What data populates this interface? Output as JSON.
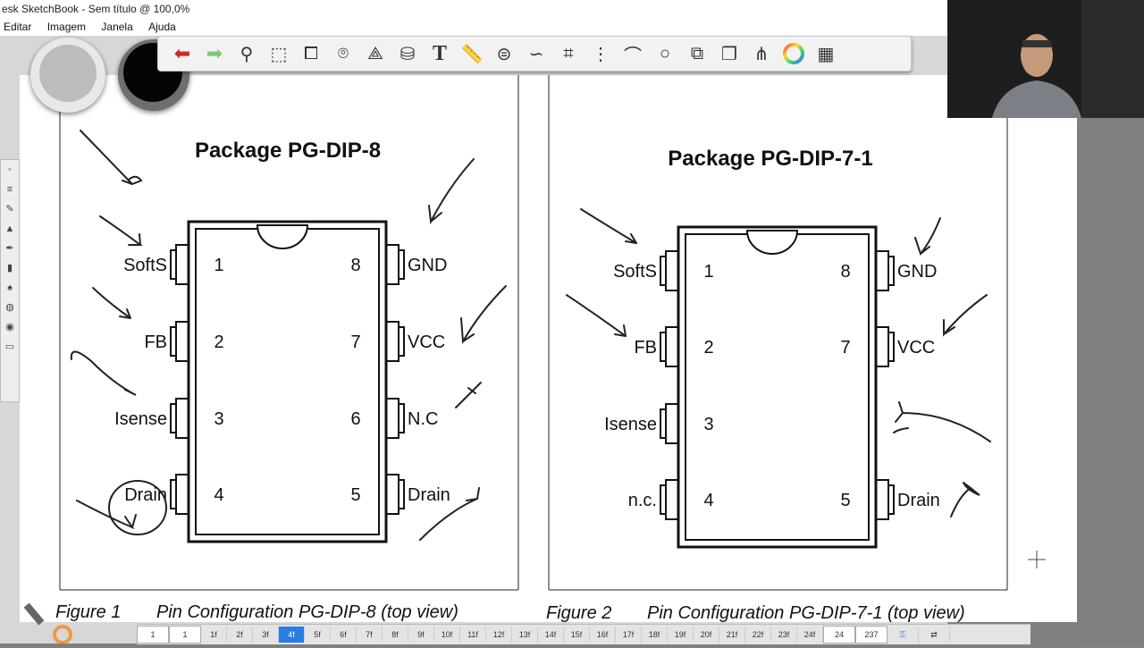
{
  "window": {
    "title": "esk SketchBook - Sem título @ 100,0%"
  },
  "menu": {
    "items": [
      "Editar",
      "Imagem",
      "Janela",
      "Ajuda"
    ]
  },
  "toolbar": {
    "tools": [
      "undo-icon",
      "redo-icon",
      "zoom-icon",
      "select-icon",
      "crop-icon",
      "lasso-icon",
      "transform-icon",
      "bucket-icon",
      "text-icon",
      "ruler-icon",
      "ellipse-guide-icon",
      "french-curve-icon",
      "perspective-icon",
      "symmetry-icon",
      "stroke-icon",
      "circle-icon",
      "shape-icon",
      "layers-icon",
      "brushes-icon",
      "color-wheel-icon",
      "palette-icon"
    ]
  },
  "figure1": {
    "title": "Package PG-DIP-8",
    "pins_left": [
      "SoftS",
      "FB",
      "Isense",
      "Drain"
    ],
    "pins_right": [
      "GND",
      "VCC",
      "N.C",
      "Drain"
    ],
    "numbers_left": [
      "1",
      "2",
      "3",
      "4"
    ],
    "numbers_right": [
      "8",
      "7",
      "6",
      "5"
    ],
    "caption_label": "Figure 1",
    "caption_text": "Pin Configuration PG-DIP-8 (top view)"
  },
  "figure2": {
    "title": "Package PG-DIP-7-1",
    "pins_left": [
      "SoftS",
      "FB",
      "Isense",
      "n.c."
    ],
    "pins_right": [
      "GND",
      "VCC",
      "",
      "Drain"
    ],
    "numbers_left": [
      "1",
      "2",
      "3",
      "4"
    ],
    "numbers_right": [
      "8",
      "7",
      "",
      "5"
    ],
    "caption_label": "Figure 2",
    "caption_text": "Pin Configuration PG-DIP-7-1 (top view)"
  },
  "timeline": {
    "start_frame": "1",
    "current_frame": "1",
    "frames": [
      "1f",
      "2f",
      "3f",
      "4f",
      "5f",
      "6f",
      "7f",
      "8f",
      "9f",
      "10f",
      "11f",
      "12f",
      "13f",
      "14f",
      "15f",
      "16f",
      "17f",
      "18f",
      "19f",
      "20f",
      "21f",
      "22f",
      "23f",
      "24f"
    ],
    "active_frame": "4f",
    "fps": "24",
    "end_frame": "237"
  },
  "colors": {
    "accent": "#2a7de1",
    "undo": "#d0282a",
    "redo": "#7bc77b",
    "ink": "#1a1a1a"
  }
}
